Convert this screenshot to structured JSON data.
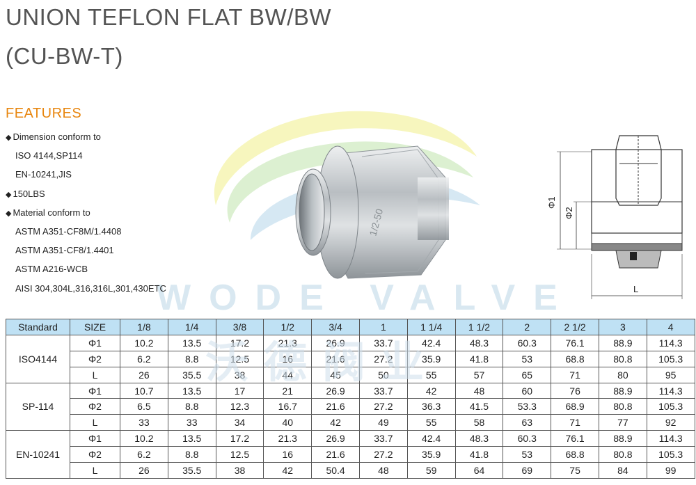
{
  "title": {
    "line1": "UNION TEFLON FLAT BW/BW",
    "line2": "(CU-BW-T)"
  },
  "features": {
    "heading": "FEATURES",
    "items": [
      {
        "bullet": "◆",
        "text": "Dimension conform to"
      },
      {
        "bullet": "",
        "text": "ISO 4144,SP114"
      },
      {
        "bullet": "",
        "text": "EN-10241,JIS"
      },
      {
        "bullet": "◆",
        "text": "150LBS"
      },
      {
        "bullet": "◆",
        "text": "Material conform to"
      },
      {
        "bullet": "",
        "text": "ASTM A351-CF8M/1.4408"
      },
      {
        "bullet": "",
        "text": "ASTM A351-CF8/1.4401"
      },
      {
        "bullet": "",
        "text": "ASTM A216-WCB"
      },
      {
        "bullet": "",
        "text": "AISI 304,304L,316,316L,301,430ETC"
      }
    ]
  },
  "watermark": {
    "text": "WODE VALVE",
    "cn": "沃德阀业"
  },
  "product": {
    "marking": "1/2-50"
  },
  "drawing": {
    "phi1": "Φ1",
    "phi2": "Φ2",
    "length": "L"
  },
  "table": {
    "headers": [
      "Standard",
      "SIZE",
      "1/8",
      "1/4",
      "3/8",
      "1/2",
      "3/4",
      "1",
      "1 1/4",
      "1 1/2",
      "2",
      "2 1/2",
      "3",
      "4"
    ],
    "groups": [
      {
        "standard": "ISO4144",
        "rows": [
          {
            "size": "Φ1",
            "values": [
              "10.2",
              "13.5",
              "17.2",
              "21.3",
              "26.9",
              "33.7",
              "42.4",
              "48.3",
              "60.3",
              "76.1",
              "88.9",
              "114.3"
            ]
          },
          {
            "size": "Φ2",
            "values": [
              "6.2",
              "8.8",
              "12.5",
              "16",
              "21.6",
              "27.2",
              "35.9",
              "41.8",
              "53",
              "68.8",
              "80.8",
              "105.3"
            ]
          },
          {
            "size": "L",
            "values": [
              "26",
              "35.5",
              "38",
              "44",
              "45",
              "50",
              "55",
              "57",
              "65",
              "71",
              "80",
              "95"
            ]
          }
        ]
      },
      {
        "standard": "SP-114",
        "rows": [
          {
            "size": "Φ1",
            "values": [
              "10.7",
              "13.5",
              "17",
              "21",
              "26.9",
              "33.7",
              "42",
              "48",
              "60",
              "76",
              "88.9",
              "114.3"
            ]
          },
          {
            "size": "Φ2",
            "values": [
              "6.5",
              "8.8",
              "12.3",
              "16.7",
              "21.6",
              "27.2",
              "36.3",
              "41.5",
              "53.3",
              "68.9",
              "80.8",
              "105.3"
            ]
          },
          {
            "size": "L",
            "values": [
              "33",
              "33",
              "34",
              "40",
              "42",
              "49",
              "55",
              "58",
              "63",
              "71",
              "77",
              "92"
            ]
          }
        ]
      },
      {
        "standard": "EN-10241",
        "rows": [
          {
            "size": "Φ1",
            "values": [
              "10.2",
              "13.5",
              "17.2",
              "21.3",
              "26.9",
              "33.7",
              "42.4",
              "48.3",
              "60.3",
              "76.1",
              "88.9",
              "114.3"
            ]
          },
          {
            "size": "Φ2",
            "values": [
              "6.2",
              "8.8",
              "12.5",
              "16",
              "21.6",
              "27.2",
              "35.9",
              "41.8",
              "53",
              "68.8",
              "80.8",
              "105.3"
            ]
          },
          {
            "size": "L",
            "values": [
              "26",
              "35.5",
              "38",
              "42",
              "50.4",
              "48",
              "59",
              "64",
              "69",
              "75",
              "84",
              "99"
            ]
          }
        ]
      }
    ],
    "header_color": "#bfe1f4"
  }
}
